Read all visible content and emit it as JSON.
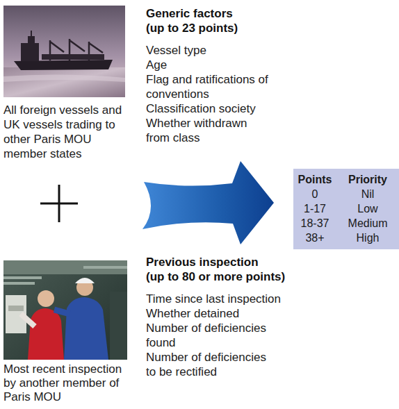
{
  "diagram": {
    "nodes": [
      {
        "text": [
          "Points",
          "Priority",
          "0",
          "Nil",
          "1-17",
          "Low",
          "18-37",
          "Medium",
          "38+",
          "High"
        ]
      }
    ],
    "labels": [
      "All foreign vessels and UK vessels trading to other Paris MOU member states",
      "Generic factors",
      "(up to 23 points)",
      "Vessel type",
      "Age",
      "Flag and ratifications of conventions",
      "Classification society",
      "Whether withdrawn from class",
      "Previous inspection",
      "(up to 80 or more points)",
      "Time since last inspection",
      "Whether detained",
      "Number of deficiencies found",
      "Number of deficiencies to be rectified",
      "Most recent inspection by another member of Paris MOU"
    ]
  }
}
